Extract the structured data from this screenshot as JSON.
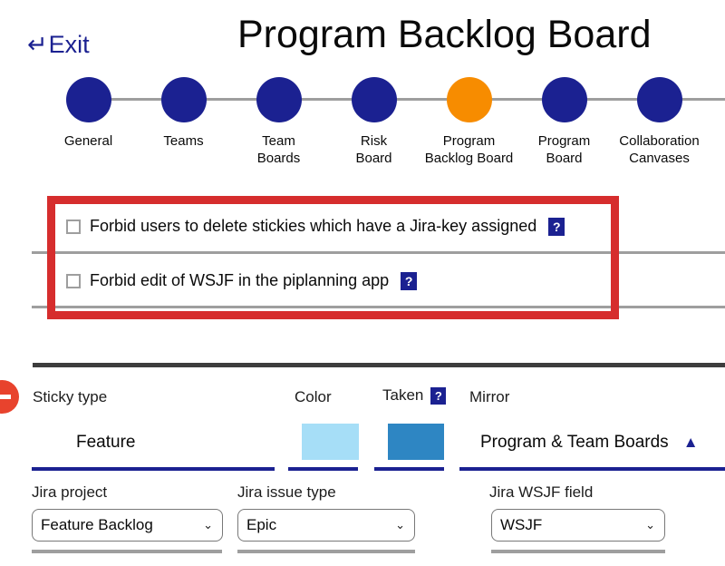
{
  "header": {
    "exit_label": "Exit",
    "exit_icon": "↵",
    "title": "Program Backlog Board"
  },
  "stepper": {
    "active_step": "Program Backlog Board",
    "steps": [
      {
        "label": "General",
        "active": false
      },
      {
        "label": "Teams",
        "active": false
      },
      {
        "label": "Team\nBoards",
        "active": false
      },
      {
        "label": "Risk\nBoard",
        "active": false
      },
      {
        "label": "Program\nBacklog Board",
        "active": true
      },
      {
        "label": "Program\nBoard",
        "active": false
      },
      {
        "label": "Collaboration\nCanvases",
        "active": false
      }
    ]
  },
  "options": {
    "items": [
      {
        "label": "Forbid users to delete stickies which have a Jira-key assigned",
        "checked": false,
        "help_icon": "?"
      },
      {
        "label": "Forbid edit of WSJF in the piplanning app",
        "checked": false,
        "help_icon": "?"
      }
    ]
  },
  "sticky_section": {
    "sticky_type": {
      "label": "Sticky type",
      "value": "Feature"
    },
    "color": {
      "label": "Color",
      "swatch_hex": "#a6def7"
    },
    "taken": {
      "label": "Taken",
      "help_icon": "?",
      "swatch_hex": "#2e86c3"
    },
    "mirror": {
      "label": "Mirror",
      "value": "Program & Team Boards",
      "collapse_icon": "▲"
    },
    "jira_project": {
      "label": "Jira project",
      "selected": "Feature Backlog",
      "chevron": "⌄"
    },
    "jira_issue_type": {
      "label": "Jira issue type",
      "selected": "Epic",
      "chevron": "⌄"
    },
    "jira_wsjf_field": {
      "label": "Jira WSJF field",
      "selected": "WSJF",
      "chevron": "⌄"
    }
  },
  "colors": {
    "accent_navy": "#1b2191",
    "active_orange": "#f78c00",
    "highlight_red": "#d62d2d",
    "remove_red": "#e8432d",
    "separator_gray": "#9e9e9e",
    "section_line_dark": "#3d3d3d"
  }
}
